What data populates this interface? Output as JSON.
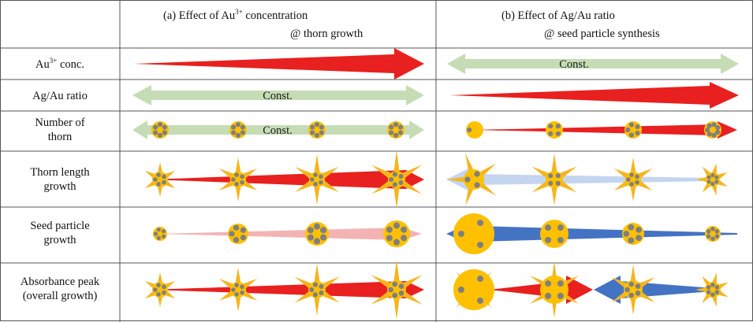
{
  "headers": {
    "a_line1_prefix": "(a) Effect of Au",
    "a_line1_sup": "3+",
    "a_line1_suffix": " concentration",
    "a_line2": "@ thorn growth",
    "b_line1": "(b) Effect of Ag/Au ratio",
    "b_line2": "@ seed particle synthesis"
  },
  "rows": [
    {
      "label_lines": [
        "Au"
      ],
      "label_sup": "3+",
      "label_suffix": " conc."
    },
    {
      "label_lines": [
        "Ag/Au ratio"
      ]
    },
    {
      "label_lines": [
        "Number of",
        "thorn"
      ]
    },
    {
      "label_lines": [
        "Thorn length",
        "growth"
      ]
    },
    {
      "label_lines": [
        "Seed particle",
        "growth"
      ]
    },
    {
      "label_lines": [
        "Absorbance peak",
        "(overall growth)"
      ]
    }
  ],
  "const_label": "Const.",
  "colors": {
    "red_arrow": "#e8201f",
    "green_arrow": "#c5dcb5",
    "light_blue_arrow": "#c5d5ef",
    "blue_arrow": "#4473c4",
    "pink_arrow": "#f4b3b3",
    "particle": "#ffc000",
    "thorn": "#f5b51f",
    "dot": "#7f7f7f",
    "grid": "#555555"
  }
}
